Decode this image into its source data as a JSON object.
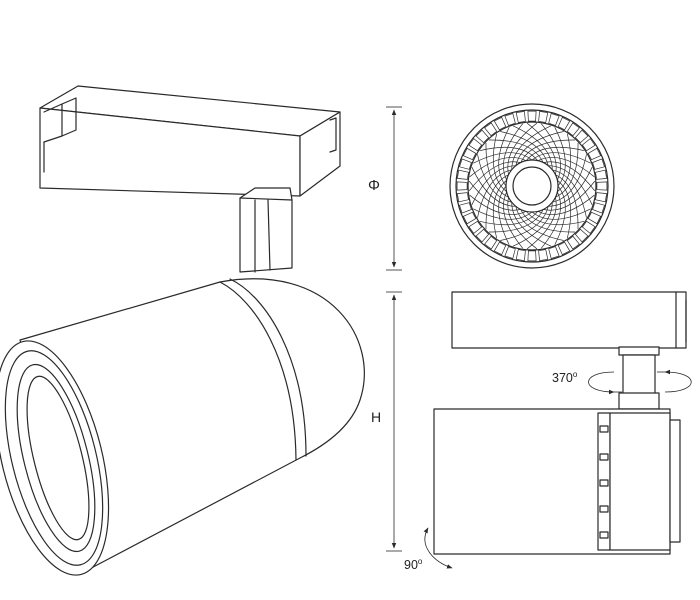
{
  "labels": {
    "diameter": "Φ",
    "height": "H",
    "rotation_horizontal": "370",
    "rotation_vertical": "90",
    "degree_mark": "o"
  }
}
